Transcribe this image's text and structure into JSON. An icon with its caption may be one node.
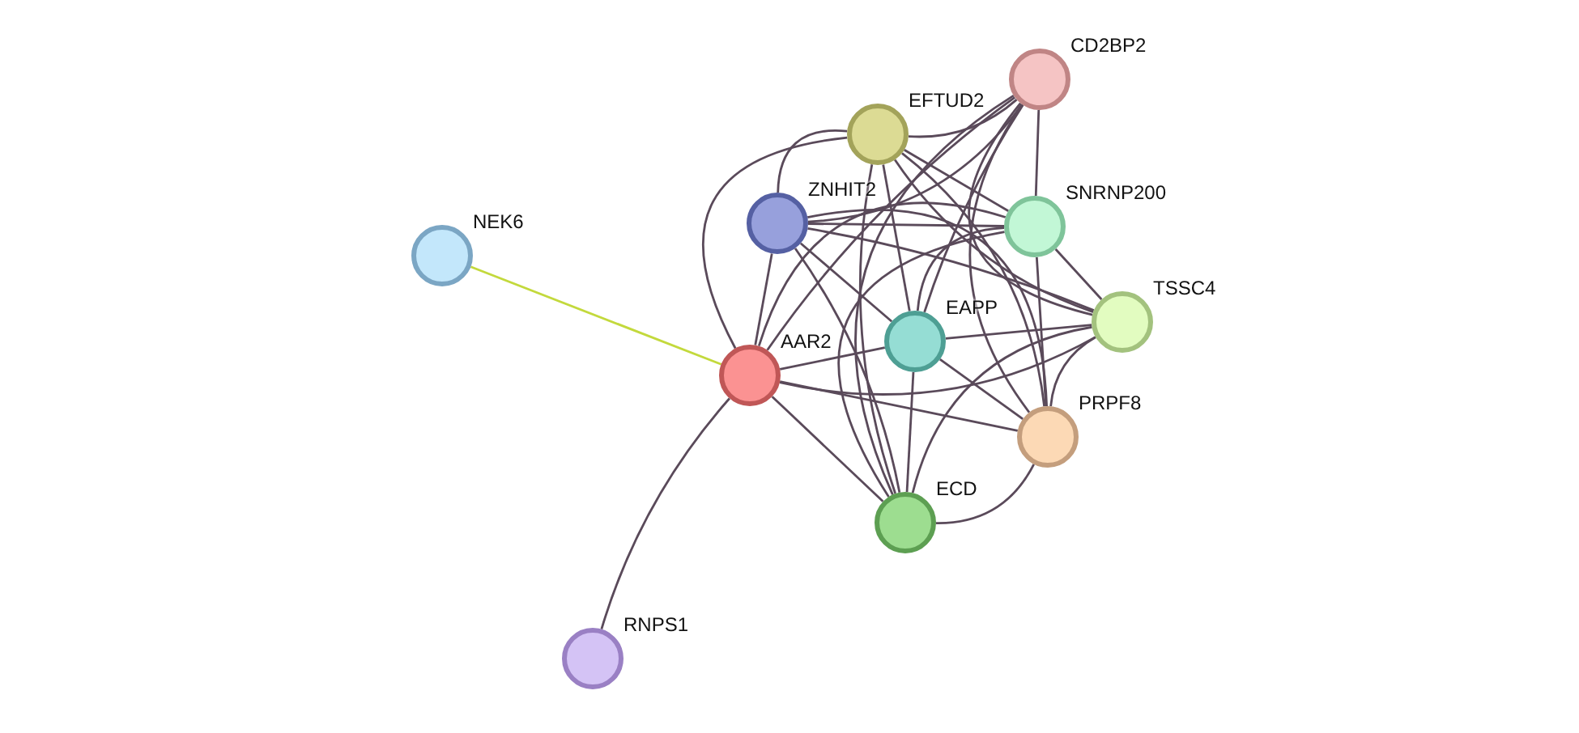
{
  "diagram": {
    "nodes": [
      {
        "text": [
          "CD2BP2"
        ]
      },
      {
        "text": [
          "EFTUD2"
        ]
      },
      {
        "text": [
          "ZNHIT2"
        ]
      },
      {
        "text": [
          "SNRNP200"
        ]
      },
      {
        "text": [
          "NEK6"
        ]
      },
      {
        "text": [
          "TSSC4"
        ]
      },
      {
        "text": [
          "EAPP"
        ]
      },
      {
        "text": [
          "AAR2"
        ]
      },
      {
        "text": [
          "PRPF8"
        ]
      },
      {
        "text": [
          "ECD"
        ]
      },
      {
        "text": [
          "RNPS1"
        ]
      }
    ],
    "edges": [
      {
        "from": 0,
        "to": 1,
        "arrow": "none"
      },
      {
        "from": 0,
        "to": 2,
        "arrow": "none"
      },
      {
        "from": 0,
        "to": 3,
        "arrow": "none"
      },
      {
        "from": 0,
        "to": 5,
        "arrow": "none"
      },
      {
        "from": 0,
        "to": 6,
        "arrow": "none"
      },
      {
        "from": 0,
        "to": 7,
        "arrow": "none"
      },
      {
        "from": 0,
        "to": 8,
        "arrow": "none"
      },
      {
        "from": 0,
        "to": 9,
        "arrow": "none"
      },
      {
        "from": 1,
        "to": 2,
        "arrow": "none"
      },
      {
        "from": 1,
        "to": 3,
        "arrow": "none"
      },
      {
        "from": 1,
        "to": 5,
        "arrow": "none"
      },
      {
        "from": 1,
        "to": 6,
        "arrow": "none"
      },
      {
        "from": 1,
        "to": 7,
        "arrow": "none"
      },
      {
        "from": 1,
        "to": 8,
        "arrow": "none"
      },
      {
        "from": 1,
        "to": 9,
        "arrow": "none"
      },
      {
        "from": 2,
        "to": 3,
        "arrow": "none"
      },
      {
        "from": 2,
        "to": 5,
        "arrow": "none"
      },
      {
        "from": 2,
        "to": 6,
        "arrow": "none"
      },
      {
        "from": 2,
        "to": 7,
        "arrow": "none"
      },
      {
        "from": 2,
        "to": 8,
        "arrow": "none"
      },
      {
        "from": 2,
        "to": 9,
        "arrow": "none"
      },
      {
        "from": 3,
        "to": 5,
        "arrow": "none"
      },
      {
        "from": 3,
        "to": 6,
        "arrow": "none"
      },
      {
        "from": 3,
        "to": 7,
        "arrow": "none"
      },
      {
        "from": 3,
        "to": 8,
        "arrow": "none"
      },
      {
        "from": 3,
        "to": 9,
        "arrow": "none"
      },
      {
        "from": 5,
        "to": 6,
        "arrow": "none"
      },
      {
        "from": 5,
        "to": 7,
        "arrow": "none"
      },
      {
        "from": 5,
        "to": 8,
        "arrow": "none"
      },
      {
        "from": 5,
        "to": 9,
        "arrow": "none"
      },
      {
        "from": 6,
        "to": 7,
        "arrow": "none"
      },
      {
        "from": 6,
        "to": 8,
        "arrow": "none"
      },
      {
        "from": 6,
        "to": 9,
        "arrow": "none"
      },
      {
        "from": 7,
        "to": 8,
        "arrow": "none"
      },
      {
        "from": 7,
        "to": 9,
        "arrow": "none"
      },
      {
        "from": 8,
        "to": 9,
        "arrow": "none"
      },
      {
        "from": 4,
        "to": 7,
        "arrow": "none",
        "color": "#c3d93c"
      },
      {
        "from": 7,
        "to": 10,
        "arrow": "none"
      }
    ]
  }
}
